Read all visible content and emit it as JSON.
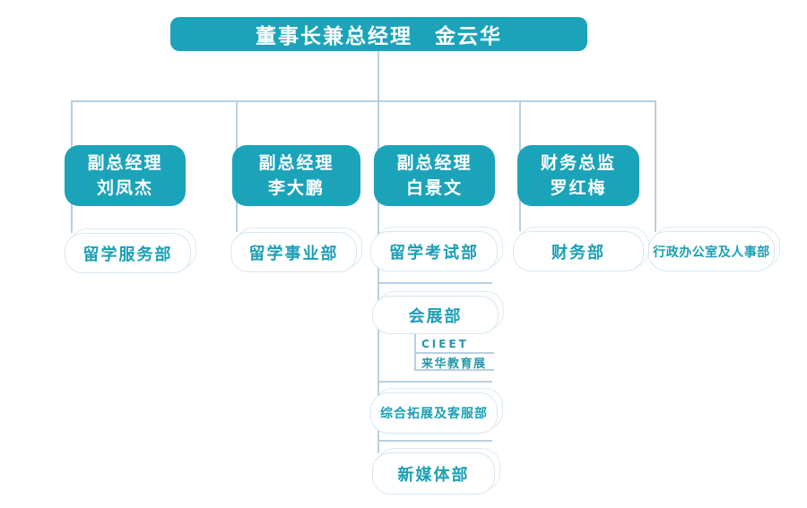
{
  "colors": {
    "node_fill": "#1BA3BA",
    "node_text": "#FFFFFF",
    "dept_text": "#1B9FB6",
    "dept_border": "#D8E6F0",
    "connector": "#B9CFE0"
  },
  "org": {
    "root": {
      "label": "董事长兼总经理　金云华"
    },
    "executives": [
      {
        "title": "副总经理",
        "name": "刘凤杰"
      },
      {
        "title": "副总经理",
        "name": "李大鹏"
      },
      {
        "title": "副总经理",
        "name": "白景文"
      },
      {
        "title": "财务总监",
        "name": "罗红梅"
      }
    ],
    "departments": [
      {
        "label": "留学服务部"
      },
      {
        "label": "留学事业部"
      },
      {
        "label": "留学考试部"
      },
      {
        "label": "财务部"
      },
      {
        "label": "行政办公室及人事部"
      }
    ],
    "sub_departments": [
      {
        "label": "会展部"
      },
      {
        "label": "综合拓展及客服部"
      },
      {
        "label": "新媒体部"
      }
    ],
    "annotation": {
      "line1": "CIEET",
      "line2": "来华教育展"
    }
  }
}
